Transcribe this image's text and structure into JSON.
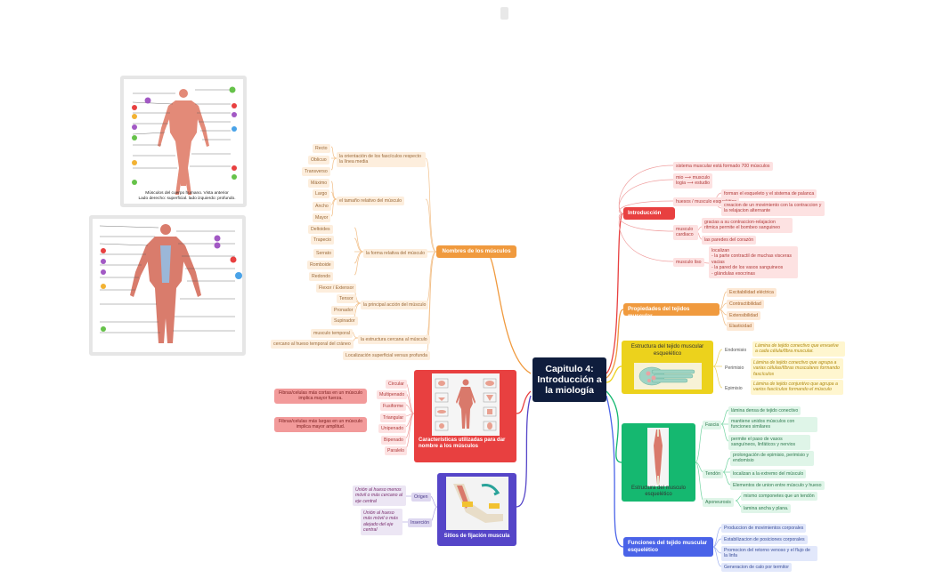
{
  "central": "Capitulo 4: Introducción a la miología",
  "nombres": {
    "title": "Nombres de los músculos",
    "orientacion": {
      "label": "la orientación de los fascículos respecto la línea media",
      "items": [
        "Recto",
        "Oblicuo",
        "Transverso"
      ]
    },
    "tamano": {
      "label": "el tamaño relativo del músculo",
      "items": [
        "Máximo",
        "Largo",
        "Ancho",
        "Mayor"
      ]
    },
    "forma": {
      "label": "la forma relativa del músculo",
      "items": [
        "Deltoides",
        "Trapecio",
        "Serrato",
        "Romboide",
        "Redondo"
      ]
    },
    "accion": {
      "label": "la principal acción del músculo",
      "items": [
        "Flexor / Extensor",
        "Tensor",
        "Pronador",
        "Supinador"
      ]
    },
    "estructura": {
      "label": "la estructura cercana al músculo",
      "items": [
        "musculo temporal",
        "cercano al hueso temporal del cráneo"
      ]
    },
    "localizacion": "Localización superficial versus profunda"
  },
  "introduccion": {
    "title": "Introducción",
    "n1": "sistema muscular está formado 700 músculos",
    "n2": "mio ⟶ musculo\nlogia ⟶ estudio",
    "n3": "huesos / musculo esquelético",
    "n3a": "forman el esqueleto y el sistema de palanca",
    "n3b": "creacion de un movimiento con la contraccion y la relajacion alternante",
    "n4": "musculo cardiaco",
    "n4a": "gracias a su contraccion-relajacion ritmica permite el bombeo sanguineo",
    "n4b": "las paredes del corazón",
    "n5": "musculo liso",
    "n5a": "localizan\n- la parte contractil de muchas visceras vacias\n- la pared de los vasos sanguineos\n- glándulas exocrinas"
  },
  "propiedades": {
    "title": "Propiedades del tejidos muscular",
    "items": [
      "Excitabilidad eléctrica",
      "Contractibilidad",
      "Extensibilidad",
      "Elasticidad"
    ]
  },
  "estructura_tejido": {
    "title": "Estructura del tejido muscular esquelético",
    "items": [
      {
        "k": "Endomisio",
        "v": "Lámina de tejido conectivo que envuelve a cada célula/fibra muscular."
      },
      {
        "k": "Perimisio",
        "v": "Lámina de tejido conectivo que agrupa a varias células/fibras musculares formando fascículos"
      },
      {
        "k": "Epimisio",
        "v": "Lámina de tejido conjuntivo que agrupa a varios fascículos formando el músculo"
      }
    ]
  },
  "estructura_musculo": {
    "title": "Estructura del musculo esquelético",
    "fascia": {
      "k": "Fascia",
      "items": [
        "lámina densa de tejido conectivo",
        "mantiene unidos músculos con funciones similares",
        "permite el paso de vasos sanguíneos, linfáticos y nervios"
      ]
    },
    "tendon": {
      "k": "Tendón",
      "items": [
        "prolongación de epimisio, perimisio y endomisio",
        "localizan a la extremo del músculo",
        "Elementos de  union entre músculo y hueso"
      ]
    },
    "aponeurosis": {
      "k": "Aponeurosis",
      "items": [
        "mismo componetes que un tendón",
        "lamina ancha y plana."
      ]
    }
  },
  "funciones": {
    "title": "Funciones del tejido muscular esquelético",
    "items": [
      "Produccion de movimientos corporales",
      "Estabilizacion de posiciones corporales",
      "Promocion del retorno venoso y el flujo de la linfa",
      "Generacion de calo por termitor"
    ]
  },
  "caracteristicas": {
    "title": "Características utilizadas para dar nombre a los músculos",
    "items": [
      "Circular",
      "Multipenado",
      "Fusiforme",
      "Triangular",
      "Unipenado",
      "Bipenado",
      "Paralelo"
    ],
    "notes": [
      "Fibras/celulas más cortas en un músculo implica mayor fuerza.",
      "Fibras/celulas más largas en un músculo implica mayor amplitud."
    ]
  },
  "sitios": {
    "title": "Sitios de fijación muscula",
    "origen": {
      "k": "Origen",
      "v": "Unión al hueso menos móvil o más cercano al eje central"
    },
    "insercion": {
      "k": "Inserción",
      "v": "Unión al hueso más móvil o más alejado del eje central"
    }
  },
  "figure1": {
    "caption": "Músculos del cuerpo humano. Vista anterior",
    "sub": "Lado derecho: superficial.  lado izquierdo: profundo."
  },
  "colors": {
    "central": "#0f1d3d",
    "orange": "#f09a3e",
    "red": "#e84040",
    "yellow": "#ecd21c",
    "green": "#15b870",
    "blue": "#4a63e8",
    "purple": "#5545c8"
  }
}
